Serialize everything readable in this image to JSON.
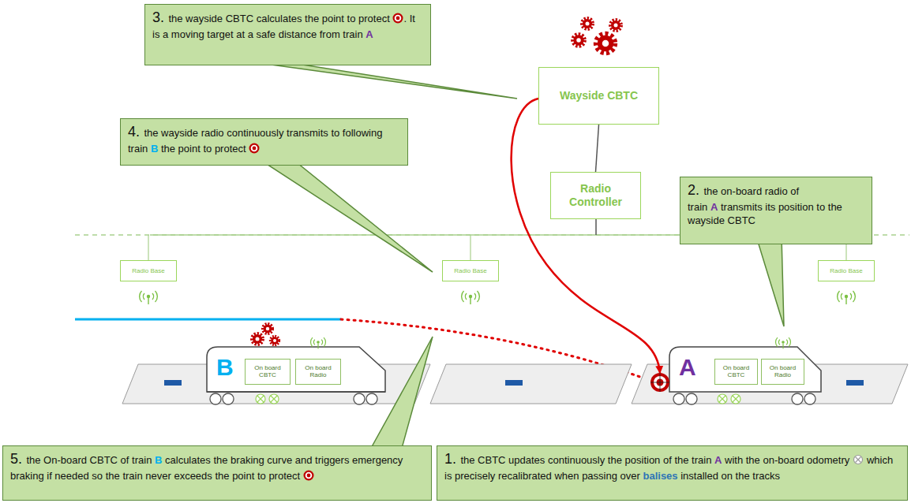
{
  "diagram": {
    "nodes": [
      {
        "text": [
          "3.",
          "the wayside CBTC calculates the point to protect",
          ". It is a moving target at a safe distance from train",
          "A"
        ]
      },
      {
        "text": [
          "Wayside CBTC"
        ]
      },
      {
        "text": [
          "Radio Controller"
        ]
      },
      {
        "text": [
          "4.",
          "the wayside radio continuously transmits to following train",
          "B",
          "the point to protect"
        ]
      },
      {
        "text": [
          "2.",
          "the on-board radio of train",
          "A",
          "transmits its position to the wayside CBTC"
        ]
      },
      {
        "text": [
          "Radio Base"
        ]
      },
      {
        "text": [
          "Radio Base"
        ]
      },
      {
        "text": [
          "Radio Base"
        ]
      },
      {
        "text": [
          "B"
        ]
      },
      {
        "text": [
          "On board CBTC"
        ],
        "in": 8
      },
      {
        "text": [
          "On board Radio"
        ],
        "in": 8
      },
      {
        "text": [
          "A"
        ]
      },
      {
        "text": [
          "On board CBTC"
        ],
        "in": 11
      },
      {
        "text": [
          "On board Radio"
        ],
        "in": 11
      },
      {
        "text": [
          "5.",
          "the On-board CBTC of train",
          "B",
          "calculates the braking curve and triggers emergency braking if needed so the train never exceeds the point to protect"
        ]
      },
      {
        "text": [
          "1.",
          "the CBTC updates continuously the position of the train",
          "A",
          "with the on-board odometry",
          "which is precisely recalibrated when passing over",
          "balises",
          "installed on the tracks"
        ]
      }
    ],
    "edges": [
      {
        "from": 1,
        "to": 2,
        "arrow": "none"
      },
      {
        "from": 1,
        "to": 11,
        "arrow": "to"
      }
    ]
  }
}
